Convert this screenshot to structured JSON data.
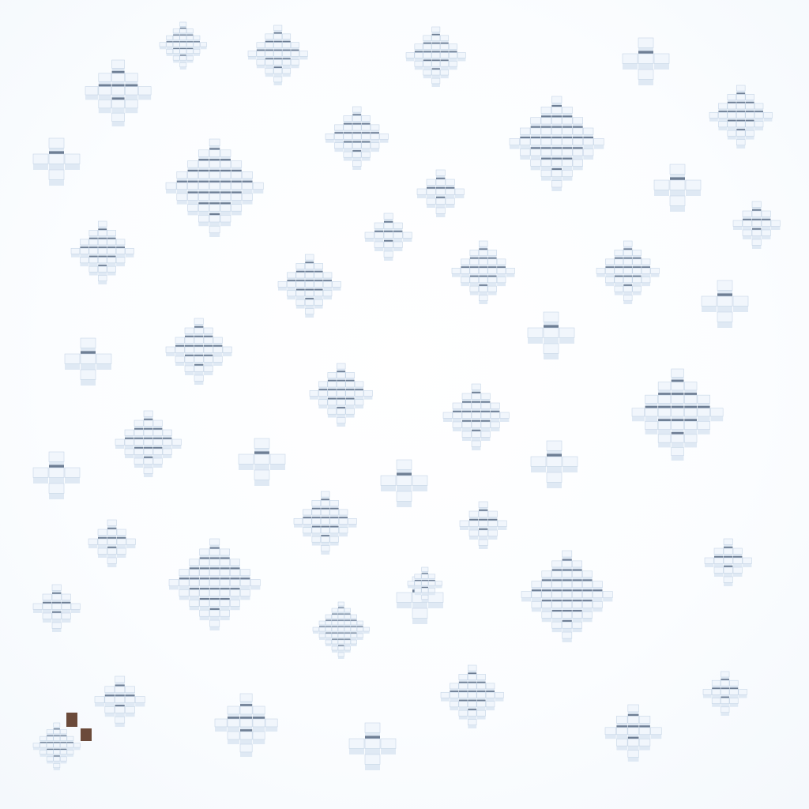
{
  "scene": {
    "palette": {
      "cube_top": "#f1f6fc",
      "cube_side": "#dfe9f4",
      "cube_side_dark": "#c7d6e7",
      "shadow": "#5b6b82",
      "shadow_deep": "#3f4b5e",
      "background": "#ffffff",
      "accent_brown": "#6b4a3a"
    },
    "stacks": [
      {
        "size": 2
      },
      {
        "size": 3
      },
      {
        "size": 3
      },
      {
        "size": 3
      },
      {
        "size": 1
      },
      {
        "size": 3
      },
      {
        "size": 1
      },
      {
        "size": 4
      },
      {
        "size": 3
      },
      {
        "size": 4
      },
      {
        "size": 2
      },
      {
        "size": 1
      },
      {
        "size": 3
      },
      {
        "size": 3
      },
      {
        "size": 2
      },
      {
        "size": 2
      },
      {
        "size": 3
      },
      {
        "size": 3
      },
      {
        "size": 1
      },
      {
        "size": 3
      },
      {
        "size": 3
      },
      {
        "size": 1
      },
      {
        "size": 1
      },
      {
        "size": 3
      },
      {
        "size": 3
      },
      {
        "size": 3
      },
      {
        "size": 4
      },
      {
        "size": 1
      },
      {
        "size": 1
      },
      {
        "size": 1
      },
      {
        "size": 2
      },
      {
        "size": 1
      },
      {
        "size": 2
      },
      {
        "size": 3
      },
      {
        "size": 4
      },
      {
        "size": 2
      },
      {
        "size": 2
      },
      {
        "size": 1
      },
      {
        "size": 4
      },
      {
        "size": 2
      },
      {
        "size": 2
      },
      {
        "size": 3
      },
      {
        "size": 3
      },
      {
        "size": 2
      },
      {
        "size": 1
      },
      {
        "size": 2
      },
      {
        "size": 2
      }
    ]
  }
}
